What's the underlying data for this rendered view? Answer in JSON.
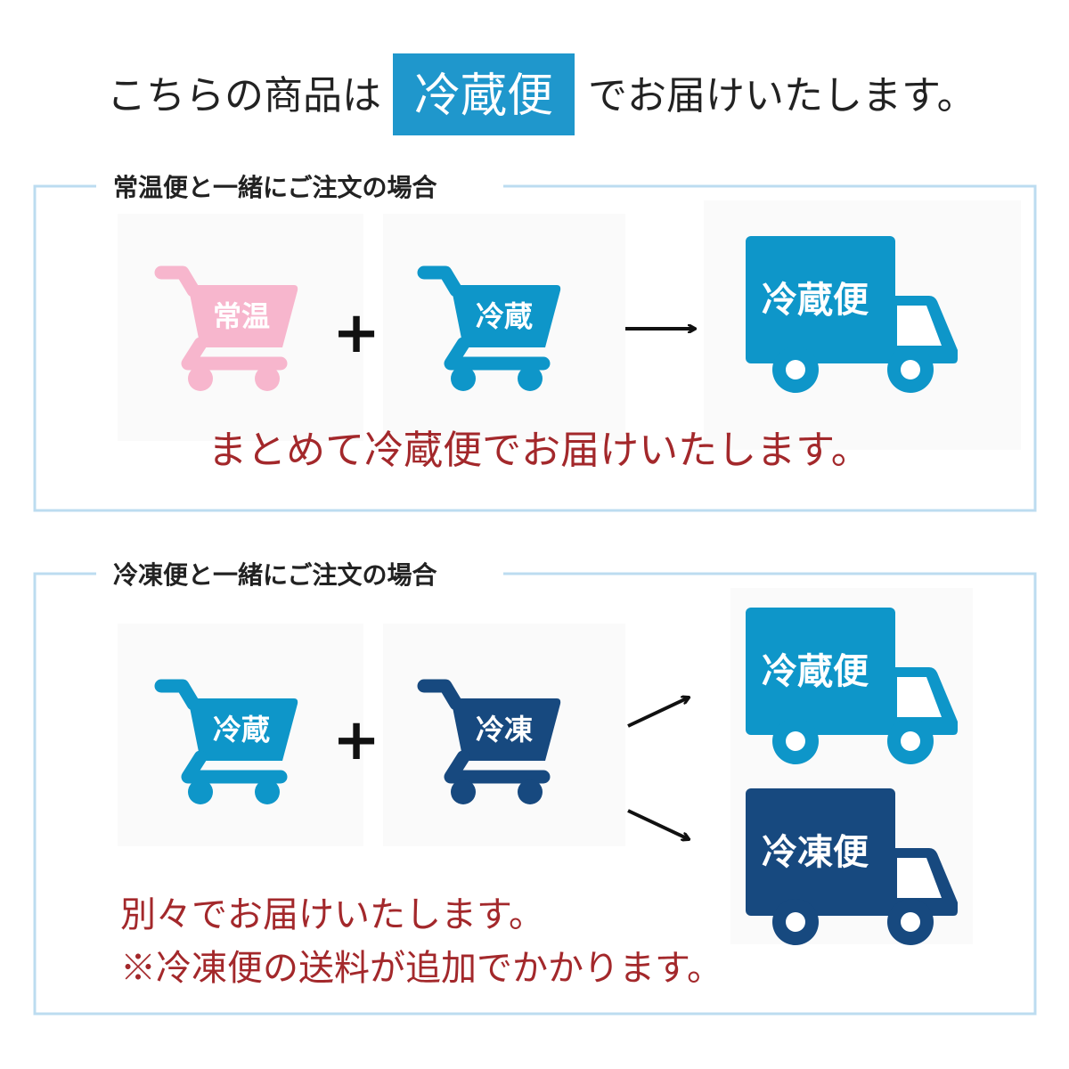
{
  "header": {
    "prefix": "こちらの商品は",
    "highlight": "冷蔵便",
    "suffix": "でお届けいたします。"
  },
  "section1": {
    "title": "常温便と一緒にご注文の場合",
    "cart_a": "常温",
    "cart_b": "冷蔵",
    "plus": "+",
    "truck": "冷蔵便",
    "message": "まとめて冷蔵便でお届けいたします。"
  },
  "section2": {
    "title": "冷凍便と一緒にご注文の場合",
    "cart_a": "冷蔵",
    "cart_b": "冷凍",
    "plus": "+",
    "truck_a": "冷蔵便",
    "truck_b": "冷凍便",
    "message_line1": "別々でお届けいたします。",
    "message_line2": "※冷凍便の送料が追加でかかります。"
  },
  "colors": {
    "chilled": "#0e96c9",
    "frozen": "#17497f",
    "ambient": "#f7b6cd",
    "highlight_bg": "#1f97cc",
    "message_red": "#a3282b",
    "frame": "#bcdcf0"
  }
}
